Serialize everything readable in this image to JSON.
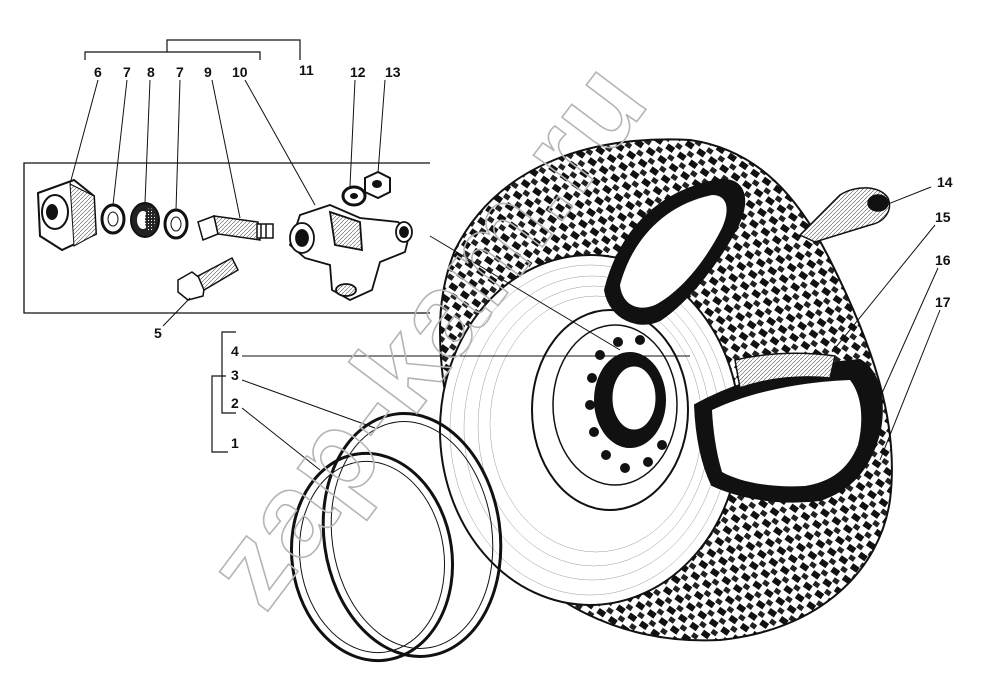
{
  "watermark": "zap-kam.ru",
  "corner_mark": "",
  "callouts": {
    "c1": "1",
    "c2": "2",
    "c3": "3",
    "c4": "4",
    "c5": "5",
    "c6": "6",
    "c7a": "7",
    "c8": "8",
    "c7b": "7",
    "c9": "9",
    "c10": "10",
    "c11": "11",
    "c12": "12",
    "c13": "13",
    "c14": "14",
    "c15": "15",
    "c16": "16",
    "c17": "17"
  }
}
